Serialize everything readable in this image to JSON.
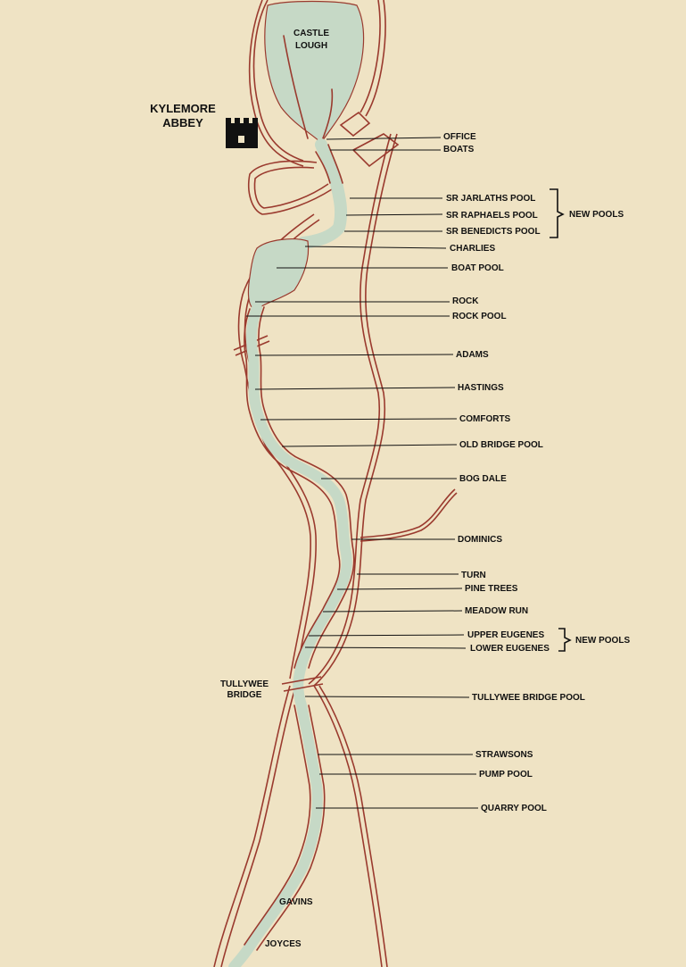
{
  "map": {
    "places": {
      "castle_lough": [
        "CASTLE",
        "LOUGH"
      ],
      "kylemore_abbey": [
        "KYLEMORE",
        "ABBEY"
      ],
      "tullywee_bridge": [
        "TULLYWEE",
        "BRIDGE"
      ]
    },
    "pools": [
      "OFFICE",
      "BOATS",
      "SR JARLATHS POOL",
      "SR RAPHAELS POOL",
      "SR BENEDICTS POOL",
      "CHARLIES",
      "BOAT POOL",
      "ROCK",
      "ROCK POOL",
      "ADAMS",
      "HASTINGS",
      "COMFORTS",
      "OLD BRIDGE POOL",
      "BOG DALE",
      "DOMINICS",
      "TURN",
      "PINE TREES",
      "MEADOW RUN",
      "UPPER EUGENES",
      "LOWER EUGENES",
      "TULLYWEE BRIDGE POOL",
      "STRAWSONS",
      "PUMP POOL",
      "QUARRY POOL"
    ],
    "river_labels": [
      "GAVINS",
      "JOYCES"
    ],
    "groups": [
      "NEW POOLS",
      "NEW POOLS"
    ],
    "icons": {
      "abbey": "castle-icon"
    },
    "colors": {
      "land": "#EFE3C4",
      "water": "#C6D9C6",
      "road": "#9A3A2E",
      "text": "#111111"
    }
  }
}
